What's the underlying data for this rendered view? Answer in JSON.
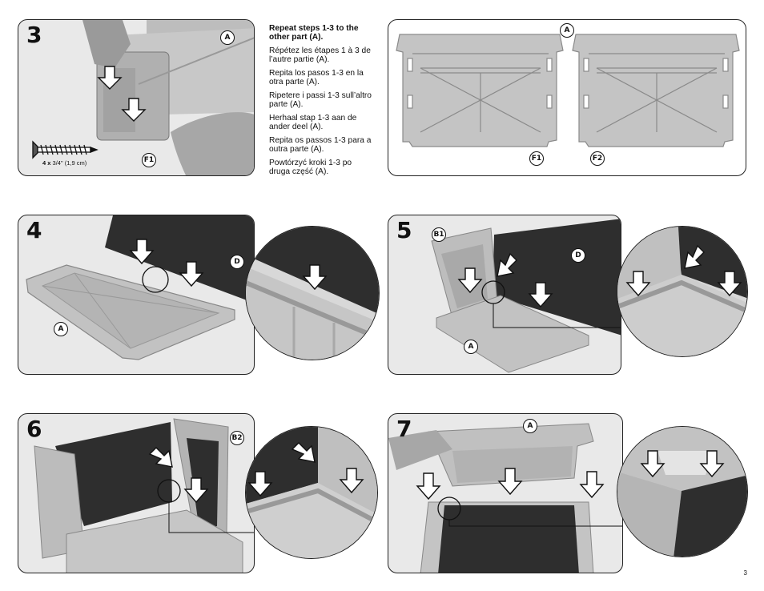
{
  "page_number": "3",
  "step3": {
    "number": "3",
    "label_a": "A",
    "label_f1": "F1",
    "screw_qty": "4 x",
    "screw_size": "3/4\" (1,9 cm)"
  },
  "instructions": [
    {
      "lang": "en",
      "text": "Repeat steps 1-3 to the other part (A)."
    },
    {
      "lang": "fr",
      "text": "Répétez les étapes 1 à 3 de l’autre partie (A)."
    },
    {
      "lang": "es",
      "text": "Repita los pasos 1-3 en la otra parte (A)."
    },
    {
      "lang": "it",
      "text": "Ripetere i passi 1-3 sull’altro parte (A)."
    },
    {
      "lang": "nl",
      "text": "Herhaal stap 1-3 aan de ander deel (A)."
    },
    {
      "lang": "pt",
      "text": "Repita os passos 1-3 para a outra parte (A)."
    },
    {
      "lang": "pl",
      "text": "Powtórzyć kroki 1-3 po druga część (A)."
    }
  ],
  "parts_panel": {
    "label_a": "A",
    "label_f1": "F1",
    "label_f2": "F2"
  },
  "step4": {
    "number": "4",
    "label_d": "D",
    "label_a": "A"
  },
  "step5": {
    "number": "5",
    "label_b1": "B1",
    "label_d": "D",
    "label_a": "A"
  },
  "step6": {
    "number": "6",
    "label_b2": "B2"
  },
  "step7": {
    "number": "7",
    "label_a": "A"
  },
  "colors": {
    "panel_bg": "#e9e9e9",
    "plastic": "#bdbdbd",
    "plastic_dark": "#8e8e8e",
    "board": "#2e2e2e",
    "arrow_fill": "#ffffff",
    "outline": "#222222"
  }
}
